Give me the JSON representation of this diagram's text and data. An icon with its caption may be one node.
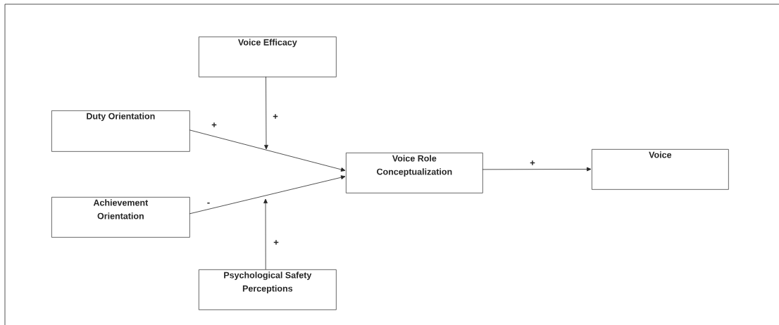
{
  "diagram": {
    "nodes": [
      {
        "text": [
          "Voice Efficacy"
        ]
      },
      {
        "text": [
          "Duty Orientation"
        ]
      },
      {
        "text": [
          "Achievement Orientation"
        ]
      },
      {
        "text": [
          "Psychological Safety Perceptions"
        ]
      },
      {
        "text": [
          "Voice Role Conceptualization"
        ]
      },
      {
        "text": [
          "Voice"
        ]
      }
    ],
    "edges": [
      {
        "from": 1,
        "to": 4,
        "arrow": "to",
        "label": "+"
      },
      {
        "from": 2,
        "to": 4,
        "arrow": "to",
        "label": "-"
      },
      {
        "from": 0,
        "to": null,
        "arrow": "to",
        "label": "+"
      },
      {
        "from": 3,
        "to": null,
        "arrow": "to",
        "label": "+"
      },
      {
        "from": 4,
        "to": 5,
        "arrow": "to",
        "label": "+"
      }
    ]
  }
}
